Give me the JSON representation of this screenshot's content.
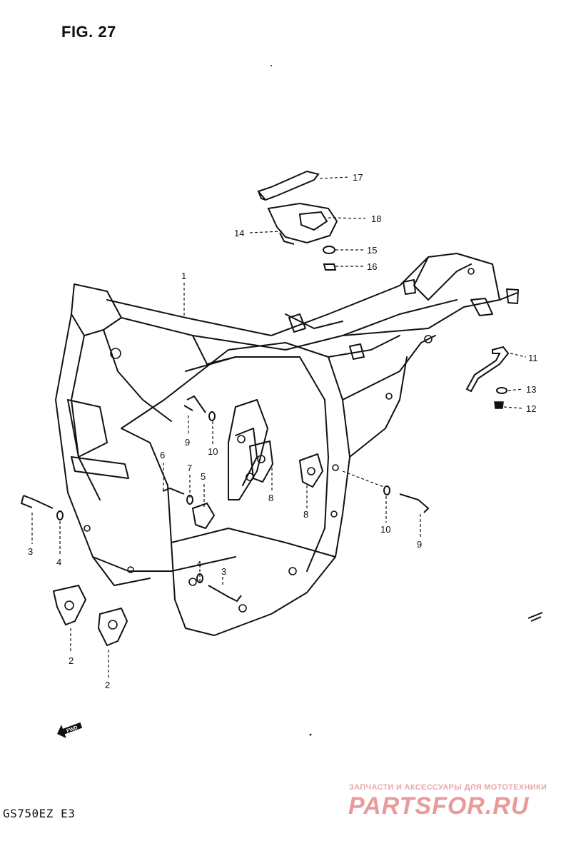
{
  "title": "FIG. 27",
  "model_code": "GS750EZ E3",
  "watermark": {
    "caption": "ЗАПЧАСТИ И АКСЕССУАРЫ ДЛЯ МОТОТЕХНИКИ",
    "logo": "PARTSFOR.RU"
  },
  "fwd_arrow_label": "FWD",
  "callout_labels": [
    "1",
    "2",
    "2",
    "3",
    "3",
    "4",
    "4",
    "5",
    "6",
    "7",
    "8",
    "8",
    "9",
    "9",
    "10",
    "10",
    "11",
    "12",
    "13",
    "14",
    "15",
    "16",
    "17",
    "18"
  ]
}
